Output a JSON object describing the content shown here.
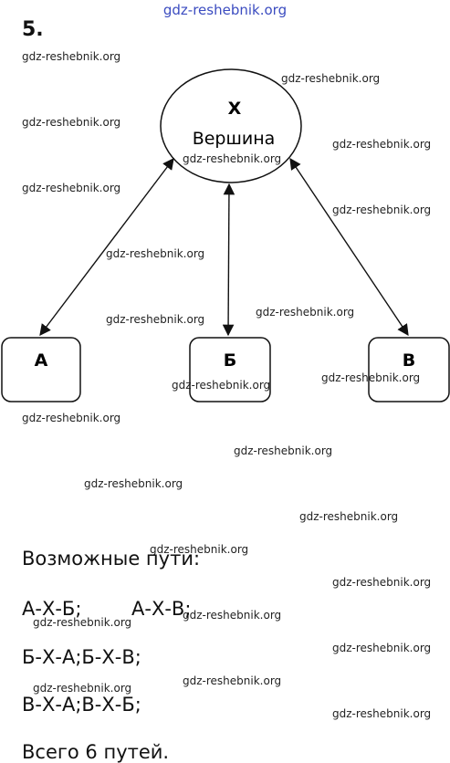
{
  "site_header": "gdz-reshebnik.org",
  "task_number": "5.",
  "watermark": "gdz-reshebnik.org",
  "diagram": {
    "top_node": {
      "letter": "Х",
      "caption": "Вершина"
    },
    "bottom_nodes": [
      {
        "letter": "А"
      },
      {
        "letter": "Б"
      },
      {
        "letter": "В"
      }
    ]
  },
  "paths_title": "Возможные пути:",
  "paths": {
    "row1": [
      "А-Х-Б;",
      "А-Х-В;"
    ],
    "row2": "Б-Х-А;Б-Х-В;",
    "row3": "В-Х-А;В-Х-Б;"
  },
  "total": "Всего 6 путей."
}
